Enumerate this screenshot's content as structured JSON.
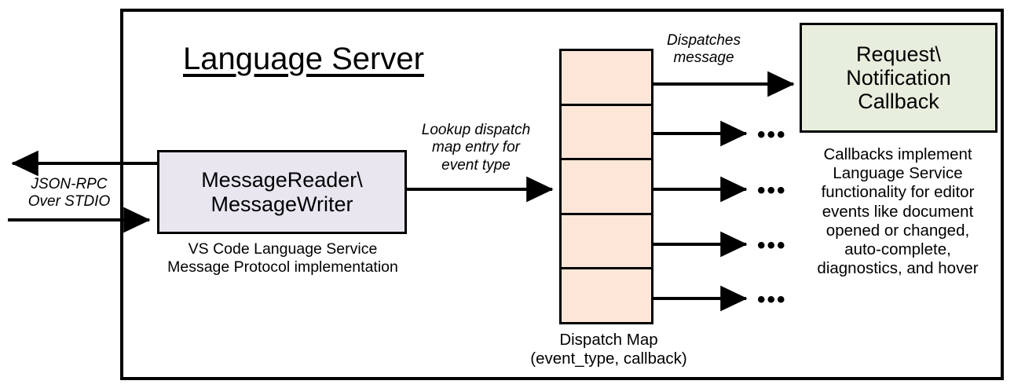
{
  "diagram": {
    "title": "Language Server",
    "frame_label": "language-server-boundary"
  },
  "transport": {
    "label": "JSON-RPC\nOver STDIO",
    "outbound_arrow": "arrow-left",
    "inbound_arrow": "arrow-right"
  },
  "message_io": {
    "title": "MessageReader\\\nMessageWriter",
    "caption": "VS Code Language Service\nMessage Protocol implementation",
    "fill": "#E9E6F0"
  },
  "lookup": {
    "label": "Lookup dispatch\nmap entry for\nevent type"
  },
  "dispatch_map": {
    "caption": "Dispatch Map\n(event_type, callback)",
    "fill": "#FBE6D8",
    "rows": [
      {
        "id": "row-1",
        "dot": "bullet-dot",
        "target": "callback-box"
      },
      {
        "id": "row-2",
        "dot": "bullet-dot",
        "target": "ellipsis"
      },
      {
        "id": "row-3",
        "dot": "bullet-dot",
        "target": "ellipsis"
      },
      {
        "id": "row-4",
        "dot": "bullet-dot",
        "target": "ellipsis"
      },
      {
        "id": "row-5",
        "dot": "bullet-dot",
        "target": "ellipsis"
      }
    ],
    "ellipsis_glyph": "•••"
  },
  "dispatch": {
    "label": "Dispatches\nmessage"
  },
  "callback": {
    "title": "Request\\\nNotification\nCallback",
    "description": "Callbacks implement\nLanguage Service\nfunctionality for editor\nevents like document\nopened or changed,\nauto-complete,\ndiagnostics, and hover",
    "fill": "#E8EEDE"
  },
  "colors": {
    "stroke": "#000000",
    "background": "#FFFFFF",
    "lavender": "#E9E6F0",
    "peach": "#FBE6D8",
    "green": "#E8EEDE"
  }
}
